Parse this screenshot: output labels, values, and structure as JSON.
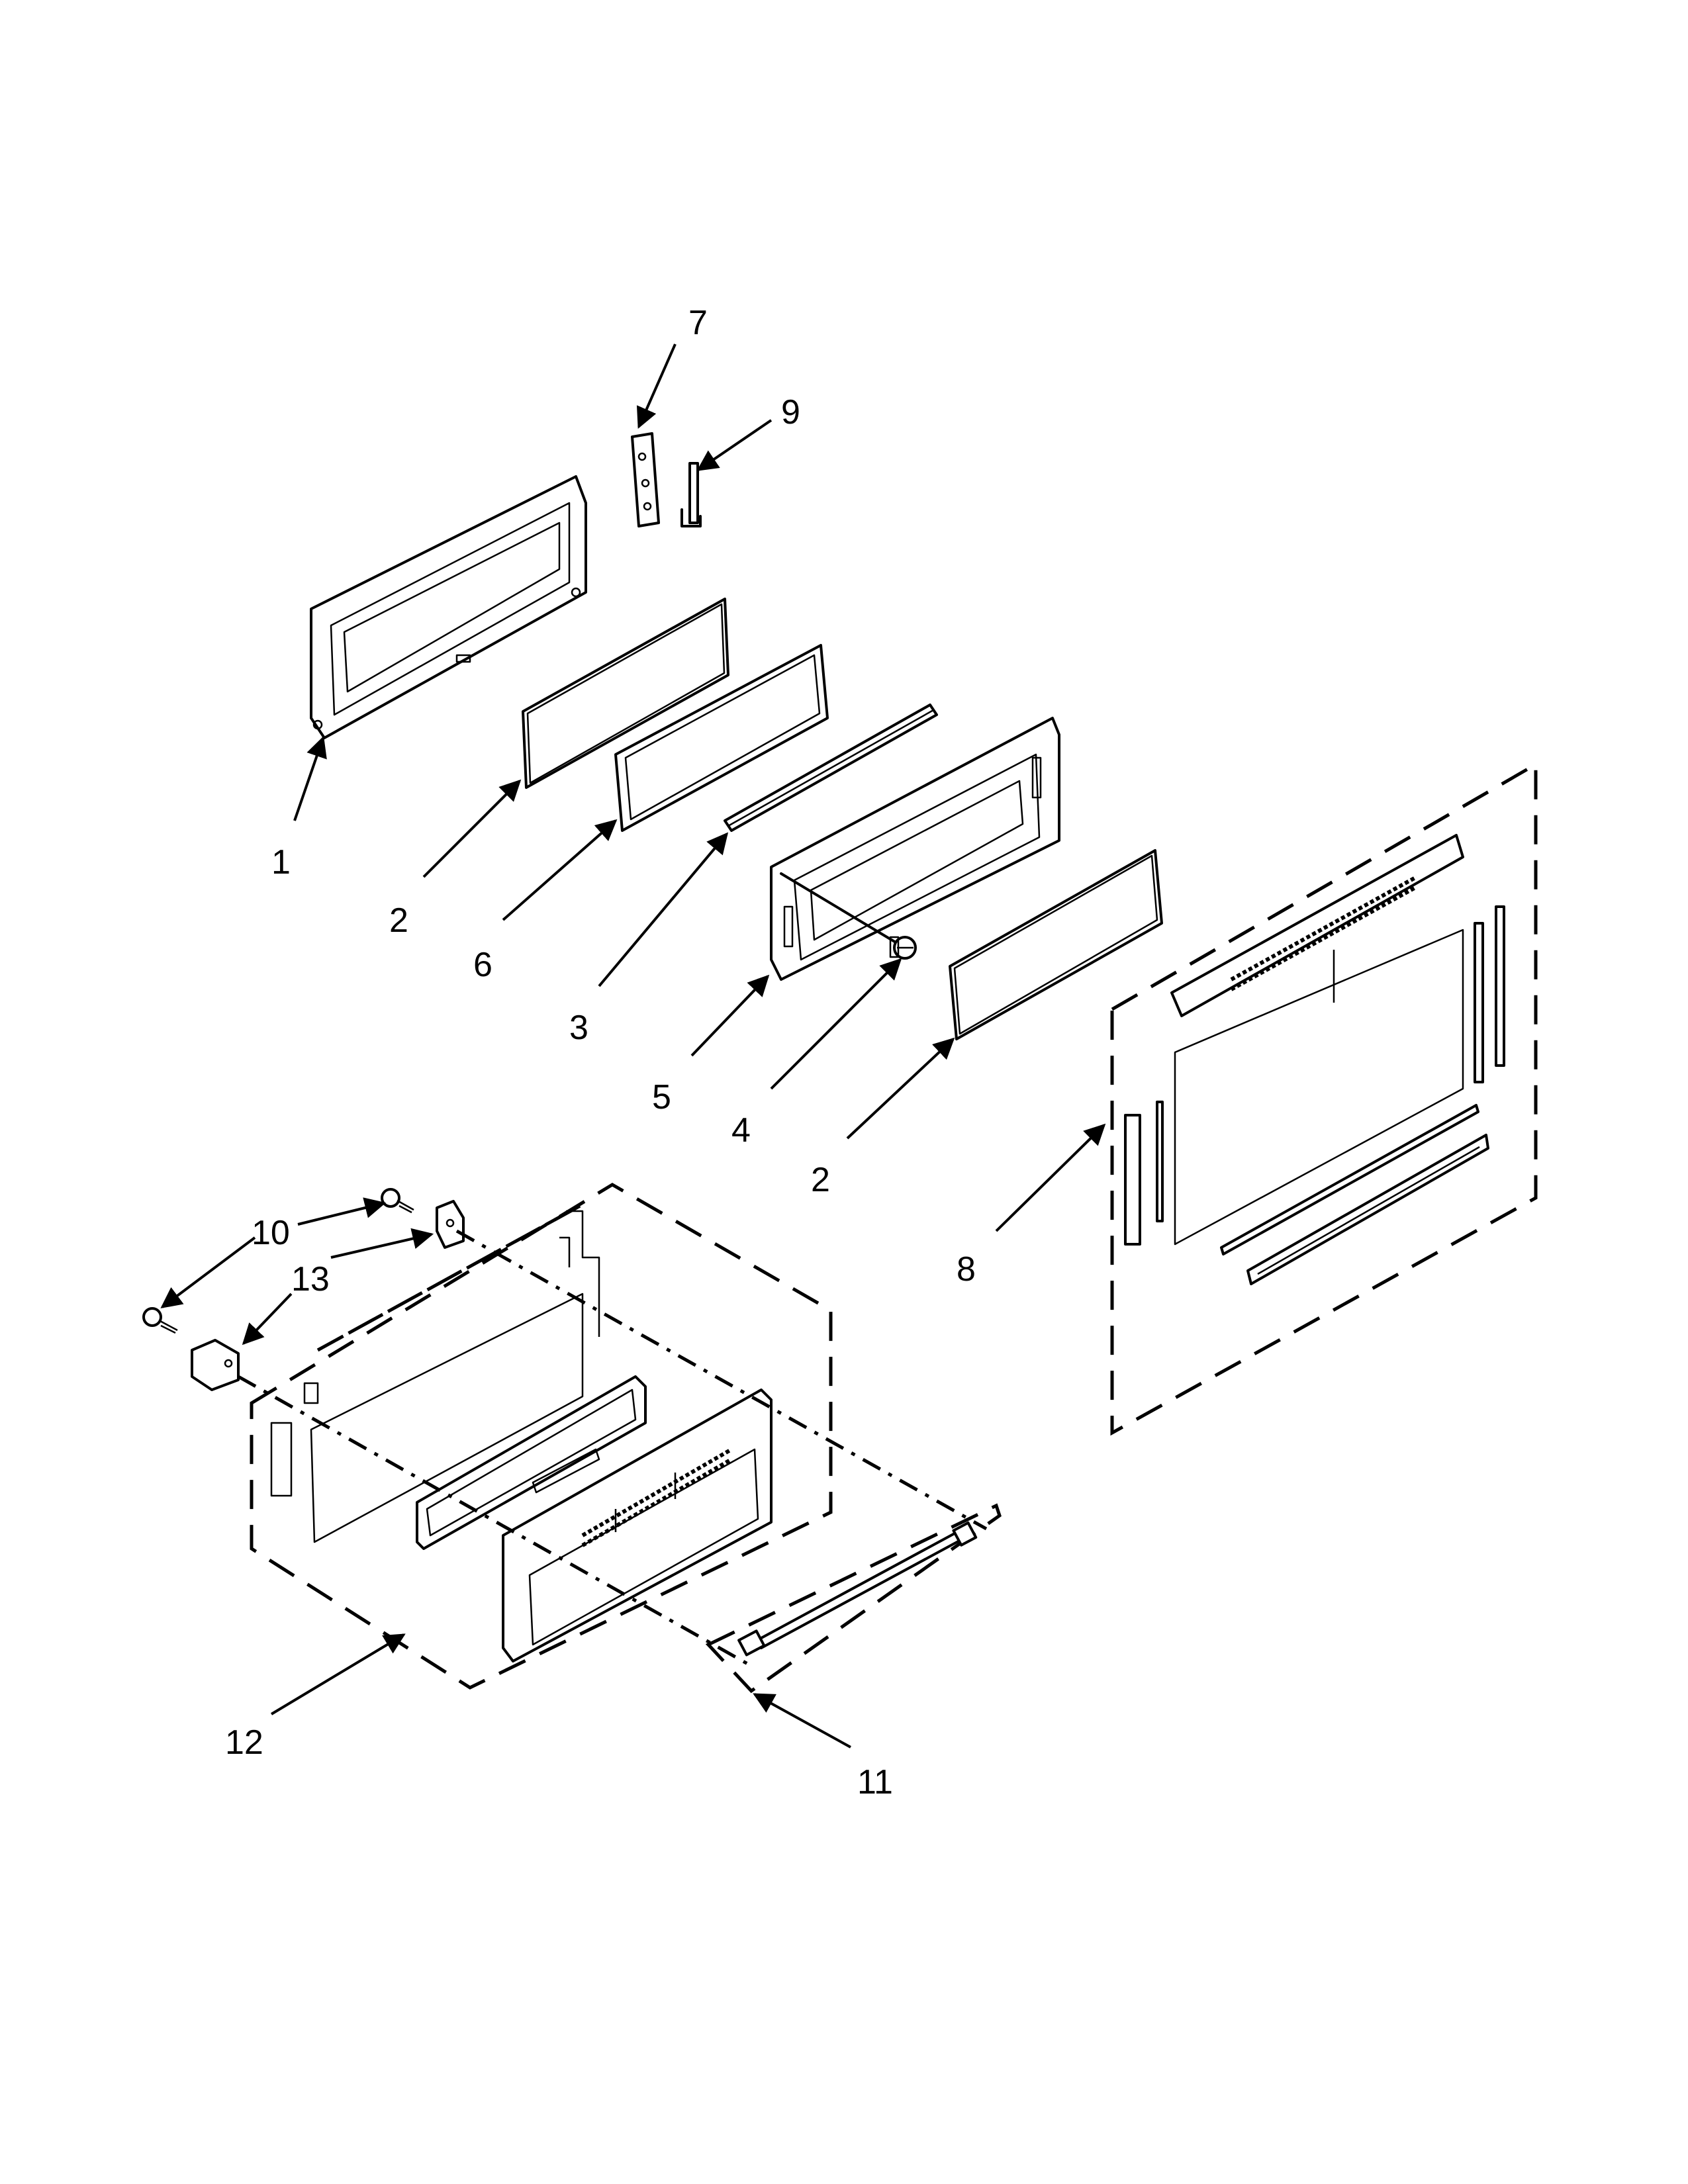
{
  "callouts": {
    "c1": "1",
    "c2a": "2",
    "c2b": "2",
    "c3": "3",
    "c4": "4",
    "c5": "5",
    "c6": "6",
    "c7": "7",
    "c8": "8",
    "c9": "9",
    "c10": "10",
    "c11": "11",
    "c12": "12",
    "c13": "13"
  }
}
